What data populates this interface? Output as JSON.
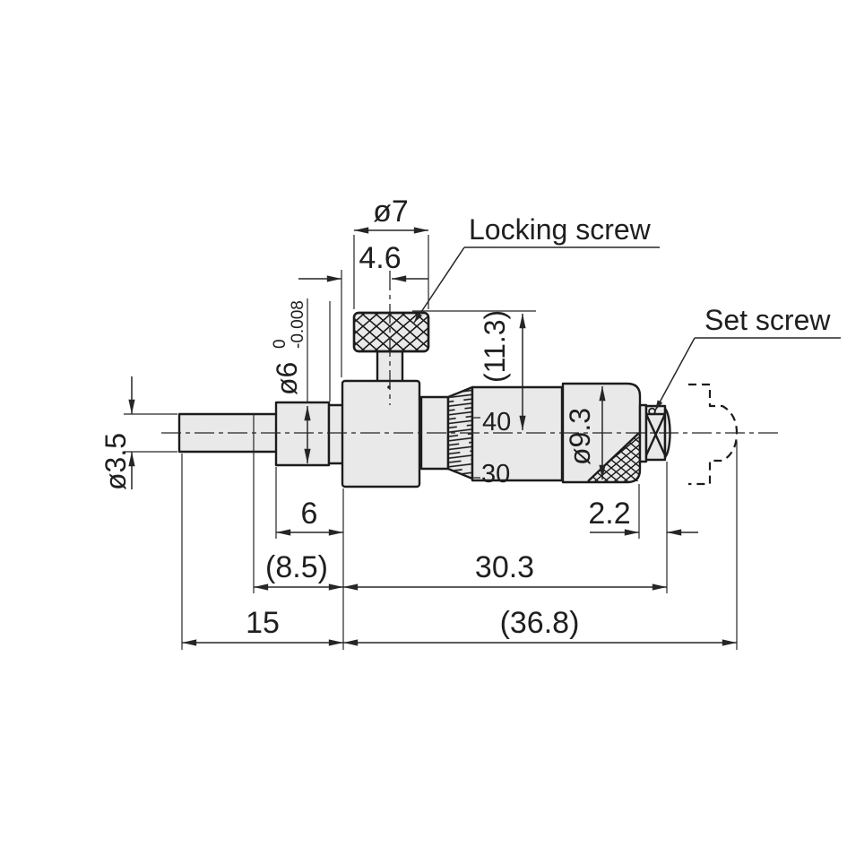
{
  "drawing": {
    "subject": "micrometer-head-outline-drawing",
    "callouts": {
      "locking_screw": "Locking screw",
      "set_screw": "Set screw"
    },
    "dims": {
      "knob_dia": "ø7",
      "knob_offset": "4.6",
      "ref_height": "(11.3)",
      "spindle_dia": "ø3.5",
      "stem_dia": "ø6",
      "stem_tol_upper": "0",
      "stem_tol_lower": "-0.008",
      "thimble_dia": "ø9.3",
      "stem_len": "6",
      "ref_stem_len": "(8.5)",
      "spindle_len": "15",
      "body_len": "30.3",
      "overall_len": "(36.8)",
      "cap_len": "2.2"
    },
    "thimble_scale": {
      "upper": "40",
      "lower": "30"
    },
    "colors": {
      "metal_fill": "#e9e9e9",
      "outline": "#1c1c1c",
      "dim_line": "#262626",
      "background": "#ffffff"
    }
  }
}
